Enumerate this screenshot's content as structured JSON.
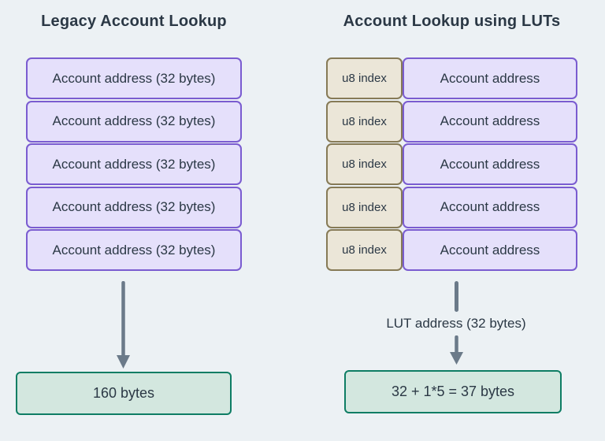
{
  "colors": {
    "background": "#ecf1f4",
    "text": "#2b3845",
    "purple_fill": "#e5e0fb",
    "purple_border": "#7a5cd0",
    "beige_fill": "#ebe6d8",
    "beige_border": "#867a56",
    "green_fill": "#d3e7df",
    "green_border": "#0e7d64",
    "arrow": "#6b7a89"
  },
  "legacy": {
    "title": "Legacy Account Lookup",
    "rows": [
      "Account address (32 bytes)",
      "Account address (32 bytes)",
      "Account address (32 bytes)",
      "Account address (32 bytes)",
      "Account address (32 bytes)"
    ],
    "result": "160 bytes"
  },
  "lut": {
    "title": "Account Lookup using LUTs",
    "rows": [
      {
        "index": "u8 index",
        "address": "Account address"
      },
      {
        "index": "u8 index",
        "address": "Account address"
      },
      {
        "index": "u8 index",
        "address": "Account address"
      },
      {
        "index": "u8 index",
        "address": "Account address"
      },
      {
        "index": "u8 index",
        "address": "Account address"
      }
    ],
    "arrow_label": "LUT address (32 bytes)",
    "result": "32 + 1*5 = 37 bytes"
  }
}
